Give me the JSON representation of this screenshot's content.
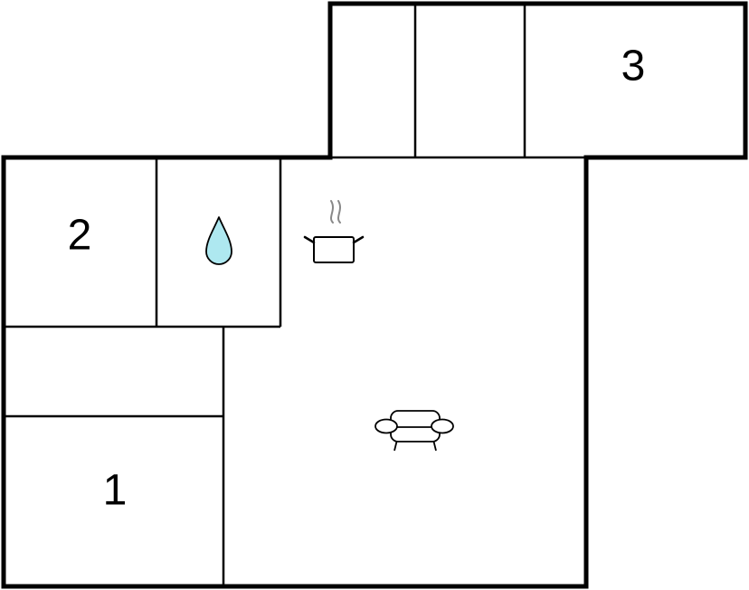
{
  "colors": {
    "background": "#ffffff",
    "wall": "#000000",
    "water": "#aee8f0",
    "steam": "#888888"
  },
  "rooms": {
    "bedroom_1": {
      "label": "1"
    },
    "bedroom_2": {
      "label": "2"
    },
    "bedroom_3": {
      "label": "3"
    }
  },
  "icons": {
    "bathroom": "water-drop-icon",
    "kitchen": "cooking-pot-icon",
    "living": "sofa-icon"
  }
}
